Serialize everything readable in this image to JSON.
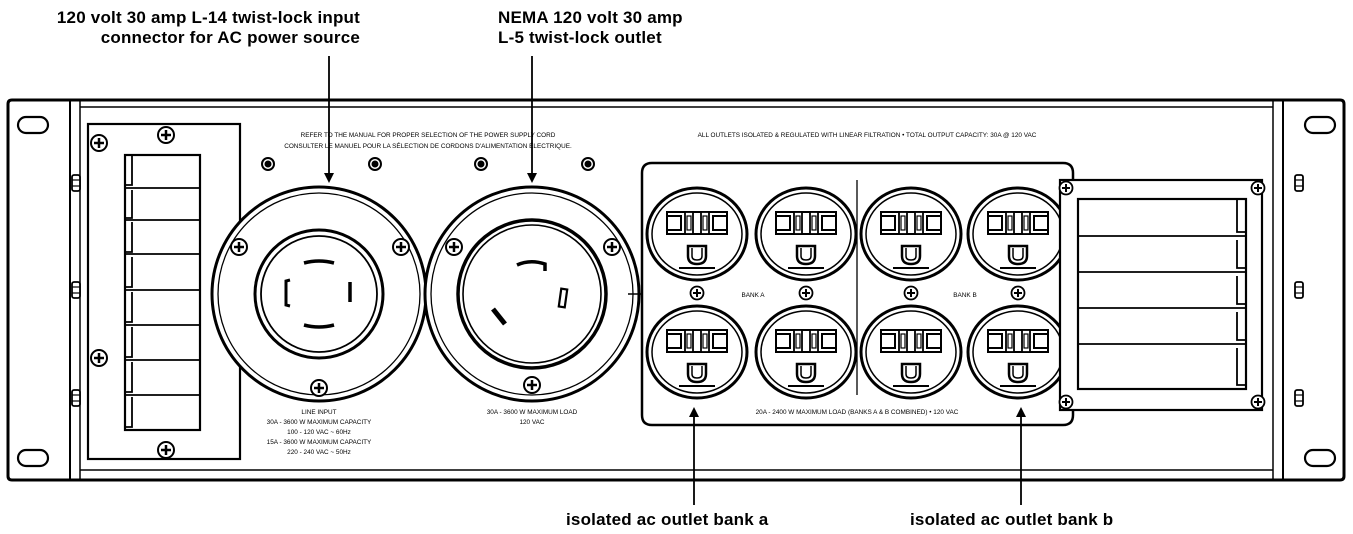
{
  "callouts": {
    "l14_connector": {
      "line1": "120 volt 30 amp L-14 twist-lock input",
      "line2": "connector for AC power source"
    },
    "l5_outlet": {
      "line1": "NEMA 120 volt 30 amp",
      "line2": "L-5 twist-lock outlet"
    },
    "bank_a": "isolated ac outlet bank a",
    "bank_b": "isolated ac outlet bank b"
  },
  "panel": {
    "cord_notice": {
      "line1": "REFER TO THE MANUAL FOR PROPER SELECTION OF THE POWER SUPPLY CORD",
      "line2": "CONSULTER LE MANUEL POUR LA SÉLECTION DE CORDONS D'ALIMENTATION ÉLECTRIQUE."
    },
    "outlets_notice": "ALL OUTLETS ISOLATED & REGULATED WITH LINEAR FILTRATION • TOTAL OUTPUT CAPACITY: 30A @ 120 VAC",
    "line_input": {
      "title": "LINE INPUT",
      "spec1": "30A - 3600 W MAXIMUM CAPACITY",
      "spec2": "100 - 120 VAC ~ 60Hz",
      "spec3": "15A - 3600 W MAXIMUM CAPACITY",
      "spec4": "220 - 240 VAC ~ 50Hz"
    },
    "l5_rating": {
      "line1": "30A - 3600 W MAXIMUM LOAD",
      "line2": "120 VAC"
    },
    "bank_a_label": "BANK A",
    "bank_b_label": "BANK B",
    "banks_rating": "20A - 2400 W MAXIMUM LOAD (BANKS A & B COMBINED) • 120 VAC"
  },
  "colors": {
    "ink": "#000000",
    "panel_fill": "#ffffff"
  }
}
